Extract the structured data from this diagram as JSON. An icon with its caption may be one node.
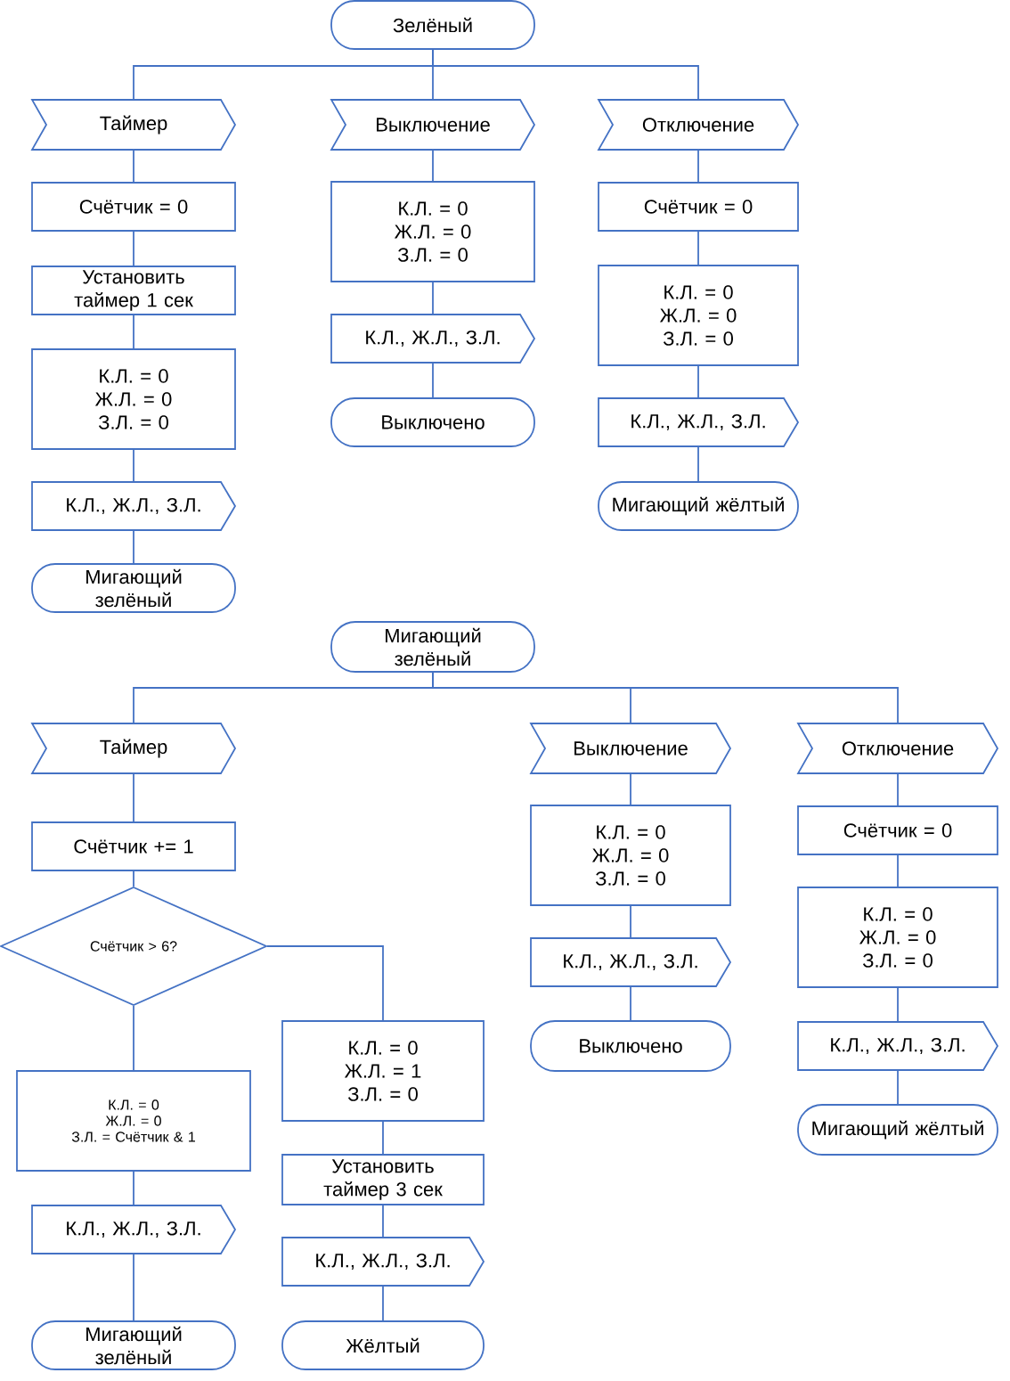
{
  "diagram": {
    "nodes": [
      {
        "text": [
          "Зелёный"
        ]
      },
      {
        "text": [
          "Таймер"
        ]
      },
      {
        "text": [
          "Счётчик = 0"
        ]
      },
      {
        "text": [
          "Установить таймер 1 сек"
        ]
      },
      {
        "text": [
          "К.Л. = 0",
          "Ж.Л. = 0",
          "З.Л. = 0"
        ]
      },
      {
        "text": [
          "К.Л., Ж.Л., З.Л."
        ]
      },
      {
        "text": [
          "Мигающий зелёный"
        ]
      },
      {
        "text": [
          "Выключение"
        ]
      },
      {
        "text": [
          "К.Л. = 0",
          "Ж.Л. = 0",
          "З.Л. = 0"
        ]
      },
      {
        "text": [
          "К.Л., Ж.Л., З.Л."
        ]
      },
      {
        "text": [
          "Выключено"
        ]
      },
      {
        "text": [
          "Отключение"
        ]
      },
      {
        "text": [
          "Счётчик = 0"
        ]
      },
      {
        "text": [
          "К.Л. = 0",
          "Ж.Л. = 0",
          "З.Л. = 0"
        ]
      },
      {
        "text": [
          "К.Л., Ж.Л., З.Л."
        ]
      },
      {
        "text": [
          "Мигающий жёлтый"
        ]
      },
      {
        "text": [
          "Мигающий зелёный"
        ]
      },
      {
        "text": [
          "Таймер"
        ]
      },
      {
        "text": [
          "Счётчик += 1"
        ]
      },
      {
        "text": [
          "Счётчик > 6?"
        ]
      },
      {
        "text": [
          "К.Л. = 0",
          "Ж.Л. = 0",
          "З.Л. = Счётчик & 1"
        ]
      },
      {
        "text": [
          "К.Л., Ж.Л., З.Л."
        ]
      },
      {
        "text": [
          "Мигающий зелёный"
        ]
      },
      {
        "text": [
          "К.Л. = 0",
          "Ж.Л. = 1",
          "З.Л. = 0"
        ]
      },
      {
        "text": [
          "Установить таймер 3 сек"
        ]
      },
      {
        "text": [
          "К.Л., Ж.Л., З.Л."
        ]
      },
      {
        "text": [
          "Жёлтый"
        ]
      },
      {
        "text": [
          "Выключение"
        ]
      },
      {
        "text": [
          "К.Л. = 0",
          "Ж.Л. = 0",
          "З.Л. = 0"
        ]
      },
      {
        "text": [
          "К.Л., Ж.Л., З.Л."
        ]
      },
      {
        "text": [
          "Выключено"
        ]
      },
      {
        "text": [
          "Отключение"
        ]
      },
      {
        "text": [
          "Счётчик = 0"
        ]
      },
      {
        "text": [
          "К.Л. = 0",
          "Ж.Л. = 0",
          "З.Л. = 0"
        ]
      },
      {
        "text": [
          "К.Л., Ж.Л., З.Л."
        ]
      },
      {
        "text": [
          "Мигающий жёлтый"
        ]
      }
    ],
    "edges": [
      {
        "from": 0,
        "to": 1,
        "arrow": "none"
      },
      {
        "from": 0,
        "to": 7,
        "arrow": "none"
      },
      {
        "from": 0,
        "to": 11,
        "arrow": "none"
      },
      {
        "from": 1,
        "to": 2,
        "arrow": "none"
      },
      {
        "from": 2,
        "to": 3,
        "arrow": "none"
      },
      {
        "from": 3,
        "to": 4,
        "arrow": "none"
      },
      {
        "from": 4,
        "to": 5,
        "arrow": "none"
      },
      {
        "from": 5,
        "to": 6,
        "arrow": "none"
      },
      {
        "from": 7,
        "to": 8,
        "arrow": "none"
      },
      {
        "from": 8,
        "to": 9,
        "arrow": "none"
      },
      {
        "from": 9,
        "to": 10,
        "arrow": "none"
      },
      {
        "from": 11,
        "to": 12,
        "arrow": "none"
      },
      {
        "from": 12,
        "to": 13,
        "arrow": "none"
      },
      {
        "from": 13,
        "to": 14,
        "arrow": "none"
      },
      {
        "from": 14,
        "to": 15,
        "arrow": "none"
      },
      {
        "from": 16,
        "to": 17,
        "arrow": "none"
      },
      {
        "from": 16,
        "to": 27,
        "arrow": "none"
      },
      {
        "from": 16,
        "to": 31,
        "arrow": "none"
      },
      {
        "from": 17,
        "to": 18,
        "arrow": "none"
      },
      {
        "from": 18,
        "to": 19,
        "arrow": "none"
      },
      {
        "from": 19,
        "to": 20,
        "arrow": "none"
      },
      {
        "from": 19,
        "to": 23,
        "arrow": "none"
      },
      {
        "from": 20,
        "to": 21,
        "arrow": "none"
      },
      {
        "from": 21,
        "to": 22,
        "arrow": "none"
      },
      {
        "from": 23,
        "to": 24,
        "arrow": "none"
      },
      {
        "from": 24,
        "to": 25,
        "arrow": "none"
      },
      {
        "from": 25,
        "to": 26,
        "arrow": "none"
      },
      {
        "from": 27,
        "to": 28,
        "arrow": "none"
      },
      {
        "from": 28,
        "to": 29,
        "arrow": "none"
      },
      {
        "from": 29,
        "to": 30,
        "arrow": "none"
      },
      {
        "from": 31,
        "to": 32,
        "arrow": "none"
      },
      {
        "from": 32,
        "to": 33,
        "arrow": "none"
      },
      {
        "from": 33,
        "to": 34,
        "arrow": "none"
      },
      {
        "from": 34,
        "to": 35,
        "arrow": "none"
      }
    ]
  }
}
